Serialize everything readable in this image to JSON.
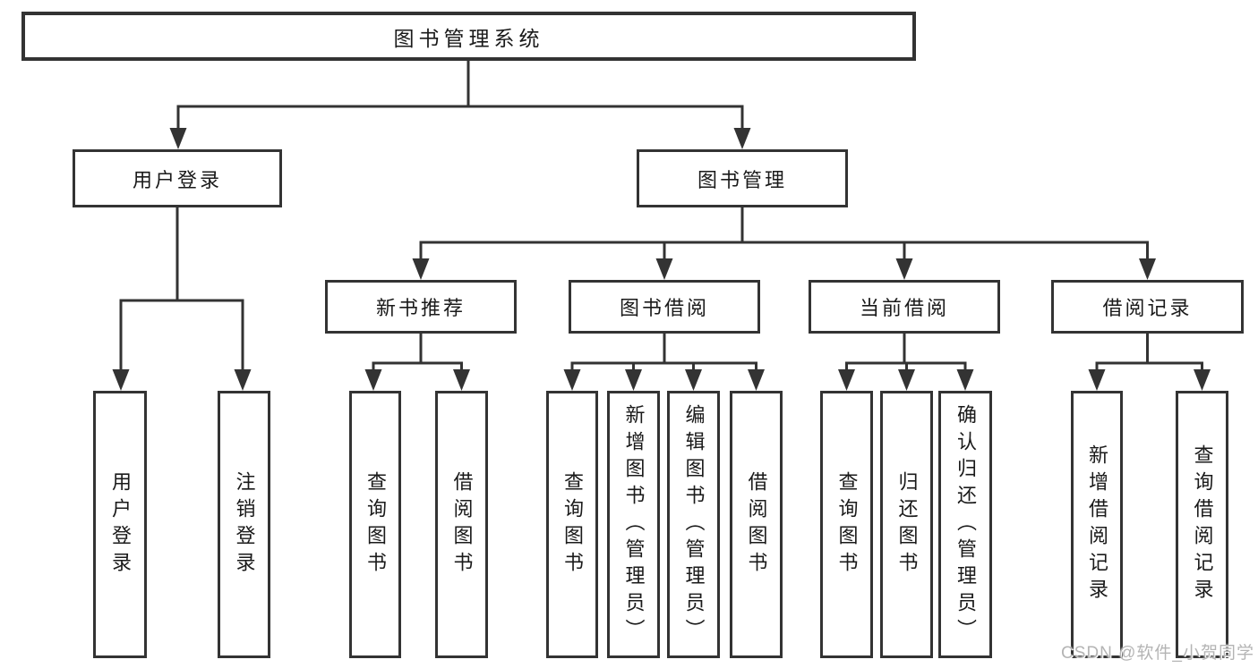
{
  "root": {
    "label": "图书管理系统"
  },
  "level2": [
    {
      "label": "用户登录"
    },
    {
      "label": "图书管理"
    }
  ],
  "level3": [
    {
      "label": "新书推荐"
    },
    {
      "label": "图书借阅"
    },
    {
      "label": "当前借阅"
    },
    {
      "label": "借阅记录"
    }
  ],
  "leaves": {
    "user_login": [
      "用户登录",
      "注销登录"
    ],
    "new_books": [
      "查询图书",
      "借阅图书"
    ],
    "book_borrow": [
      "查询图书",
      "新增图书（管理员）",
      "编辑图书（管理员）",
      "借阅图书"
    ],
    "current_borrow": [
      "查询图书",
      "归还图书",
      "确认归还（管理员）"
    ],
    "borrow_records": [
      "新增借阅记录",
      "查询借阅记录"
    ]
  },
  "watermark": "CSDN @软件_小贺同学",
  "colors": {
    "line": "#333333",
    "text": "#1a1a1a",
    "watermark": "#b4b4b4",
    "background": "#ffffff"
  }
}
